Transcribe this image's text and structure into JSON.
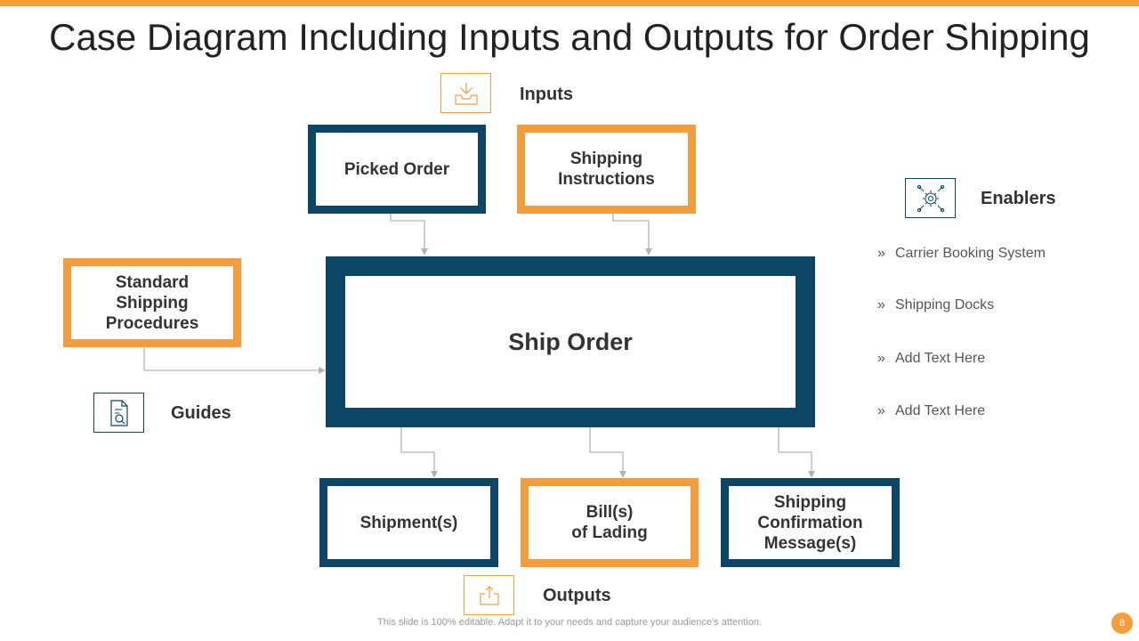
{
  "colors": {
    "navy": "#0c4566",
    "orange": "#f59d3d",
    "connector": "#b3b3b3"
  },
  "title": "Case Diagram Including Inputs and Outputs for Order Shipping",
  "inputs": {
    "label": "Inputs",
    "icon": "inbox-arrow-in-icon",
    "boxes": {
      "picked_order": "Picked Order",
      "shipping_instructions": "Shipping\nInstructions"
    }
  },
  "guides": {
    "label": "Guides",
    "icon": "document-search-icon",
    "box": "Standard\nShipping\nProcedures"
  },
  "process": {
    "label": "Ship Order"
  },
  "enablers": {
    "label": "Enablers",
    "icon": "gear-network-icon",
    "bullet": "»",
    "items": [
      "Carrier Booking System",
      "Shipping Docks",
      "Add Text Here",
      "Add Text Here"
    ]
  },
  "outputs": {
    "label": "Outputs",
    "icon": "upload-arrow-icon",
    "boxes": {
      "shipments": "Shipment(s)",
      "bills": "Bill(s)\nof Lading",
      "confirmation": "Shipping\nConfirmation\nMessage(s)"
    }
  },
  "footer": "This slide is 100% editable. Adapt it to your needs and capture your audience's attention.",
  "page_number": "8"
}
